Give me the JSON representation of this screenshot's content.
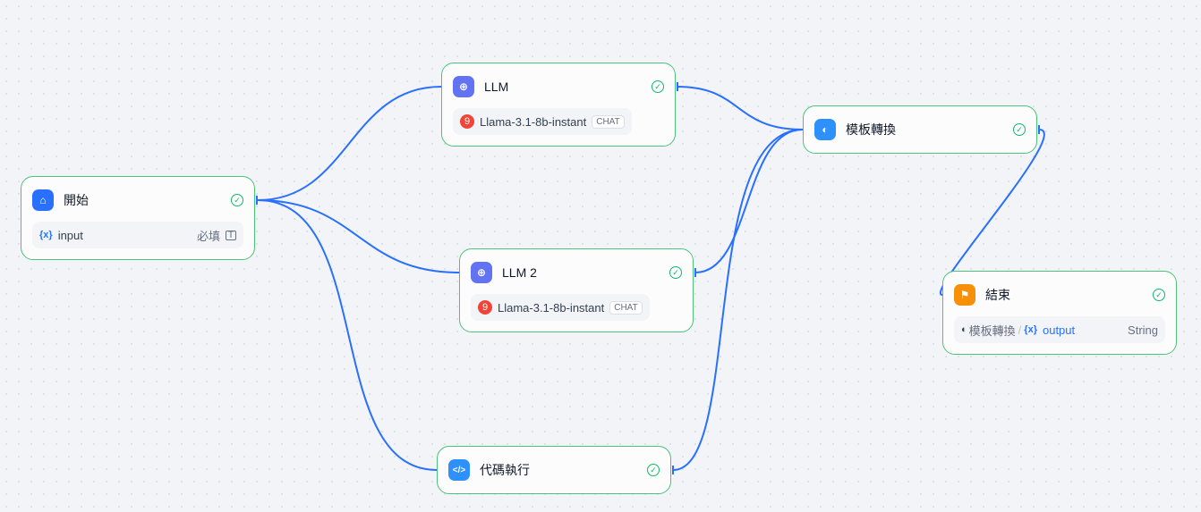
{
  "nodes": {
    "start": {
      "title": "開始",
      "var": "{x}",
      "field": "input",
      "required": "必填"
    },
    "llm": {
      "title": "LLM",
      "model_badge": "9",
      "model": "Llama-3.1-8b-instant",
      "mode": "CHAT"
    },
    "llm2": {
      "title": "LLM 2",
      "model_badge": "9",
      "model": "Llama-3.1-8b-instant",
      "mode": "CHAT"
    },
    "template": {
      "title": "模板轉換"
    },
    "code": {
      "title": "代碼執行"
    },
    "end": {
      "title": "結束",
      "source": "模板轉換",
      "sep": "/",
      "var": "{x}",
      "field": "output",
      "type": "String"
    }
  },
  "colors": {
    "edge": "#2970ff",
    "border": "#4cc27a"
  }
}
